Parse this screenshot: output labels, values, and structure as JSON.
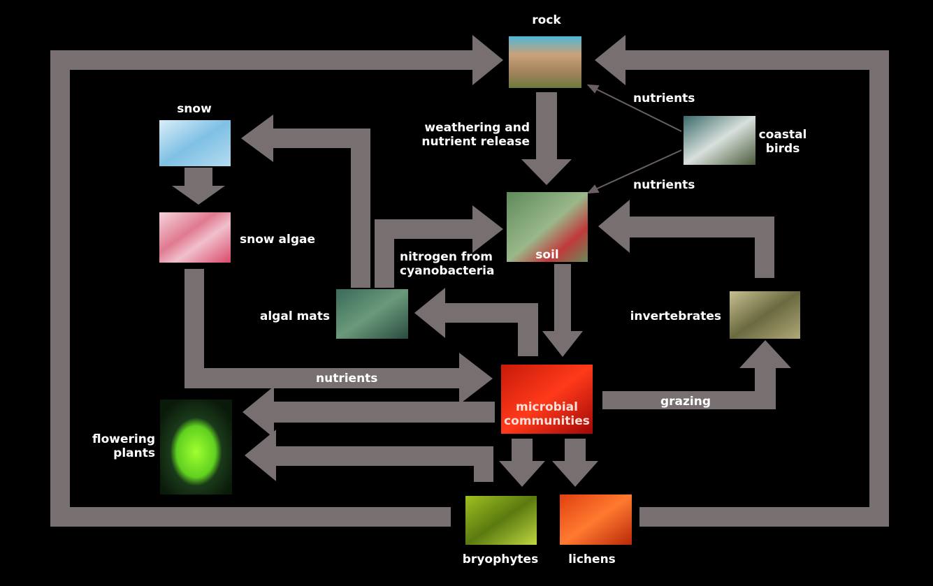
{
  "nodes": {
    "rock": "rock",
    "snow": "snow",
    "snow_algae": "snow algae",
    "coastal_birds": "coastal\nbirds",
    "soil": "soil",
    "algal_mats": "algal mats",
    "invertebrates": "invertebrates",
    "microbial_communities": "microbial\ncommunities",
    "flowering_plants": "flowering\nplants",
    "bryophytes": "bryophytes",
    "lichens": "lichens"
  },
  "flows": {
    "weathering": "weathering and\nnutrient release",
    "birds_to_rock": "nutrients",
    "birds_to_soil": "nutrients",
    "nitrogen": "nitrogen from\ncyanobacteria",
    "snow_algae_nutrients": "nutrients",
    "grazing": "grazing"
  },
  "colors": {
    "background": "#000000",
    "arrow": "#787070",
    "label": "#ffffff",
    "microbial_label": "#ffe0d8"
  }
}
